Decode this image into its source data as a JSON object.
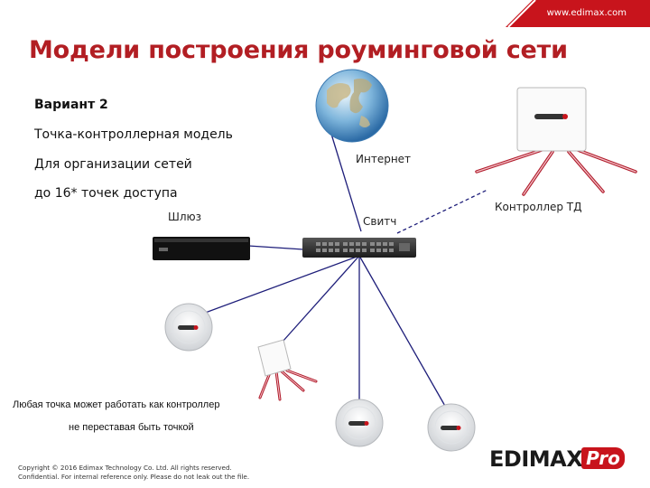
{
  "header": {
    "url": "www.edimax.com"
  },
  "slide": {
    "title": "Модели построения роуминговой сети",
    "variant": "Вариант 2",
    "model": "Точка-контроллерная модель",
    "line2": "Для организации сетей",
    "line3": "до 16* точек доступа"
  },
  "labels": {
    "gateway": "Шлюз",
    "internet": "Интернет",
    "switch": "Свитч",
    "controller": "Контроллер ТД"
  },
  "note": {
    "line1": "Любая точка может работать как контроллер",
    "line2": "не переставая быть точкой"
  },
  "footer": {
    "copyright1": "Copyright © 2016 Edimax Technology Co. Ltd. All rights reserved.",
    "copyright2": "Confidential. For internal reference only. Please do not leak out the file.",
    "logo": "EDIMAX",
    "logo_pro": "Pro"
  },
  "colors": {
    "brand_red": "#c8141c",
    "title_red": "#b21e23"
  }
}
